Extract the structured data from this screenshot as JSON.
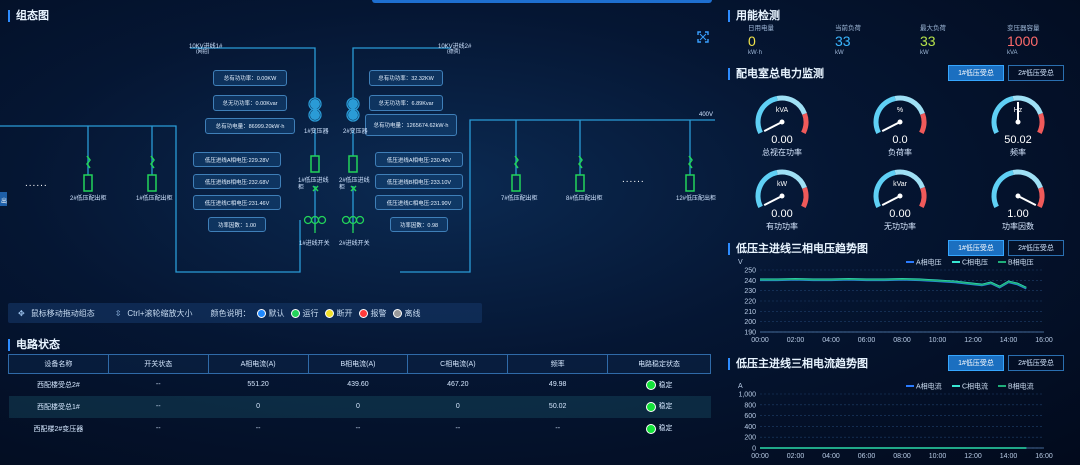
{
  "topology": {
    "title": "组态图",
    "line1_label": "10KV进线1#",
    "line1_sub": "(网拍)",
    "line2_label": "10KV进线2#",
    "line2_sub": "(德资)",
    "voltage_tag": "400V",
    "left_info": [
      "总有功功率：0.00KW",
      "总无功功率：0.00Kvar",
      "总有功电量：86999.20kW·h"
    ],
    "right_info": [
      "总有功功率：32.32KW",
      "总无功功率：6.89Kvar",
      "总有功电量：1265674.62kW·h"
    ],
    "left_volt": [
      "低压进线A相电压:229.28V",
      "低压进线B相电压:232.68V",
      "低压进线C相电压:231.46V"
    ],
    "right_volt": [
      "低压进线A相电压:230.40V",
      "低压进线B相电压:233.10V",
      "低压进线C相电压:231.90V"
    ],
    "left_pf": "功率因数：1.00",
    "right_pf": "功率因数：0.98",
    "transformer1": "1#变压器",
    "transformer2": "2#变压器",
    "cabinet_l": "1#低压进线柜",
    "cabinet_r": "2#低压进线柜",
    "switch_l": "1#进线开关",
    "switch_r": "2#进线开关",
    "feeders_left": [
      "2#低压配出柜",
      "1#低压配出柜"
    ],
    "feeders_right": [
      "7#低压配出柜",
      "8#低压配出柜",
      "12#低压配出柜"
    ],
    "edge_tag": "出",
    "dots": "......"
  },
  "legend": {
    "drag": "鼠标移动拖动组态",
    "zoom": "Ctrl+滚轮缩放大小",
    "color_label": "颜色说明：",
    "items": [
      {
        "label": "默认",
        "color": "#1e88ff"
      },
      {
        "label": "运行",
        "color": "#22d45a"
      },
      {
        "label": "断开",
        "color": "#f2e02a"
      },
      {
        "label": "报警",
        "color": "#ff3b3b"
      },
      {
        "label": "离线",
        "color": "#9a9a9a"
      }
    ]
  },
  "circuit": {
    "title": "电路状态",
    "headers": [
      "设备名称",
      "开关状态",
      "A相电流(A)",
      "B相电流(A)",
      "C相电流(A)",
      "频率",
      "电路稳定状态"
    ],
    "rows": [
      [
        "西配楼受总2#",
        "--",
        "551.20",
        "439.60",
        "467.20",
        "49.98",
        "稳定"
      ],
      [
        "西配楼受总1#",
        "--",
        "0",
        "0",
        "0",
        "50.02",
        "稳定"
      ],
      [
        "西配楼2#变压器",
        "--",
        "--",
        "--",
        "--",
        "--",
        "稳定"
      ]
    ]
  },
  "energy": {
    "title": "用能检测",
    "stats": [
      {
        "label": "日用电量",
        "value": "0",
        "unit": "kW·h",
        "color": "#f0e24a"
      },
      {
        "label": "当前负荷",
        "value": "33",
        "unit": "kW",
        "color": "#3ab7ff"
      },
      {
        "label": "最大负荷",
        "value": "33",
        "unit": "kW",
        "color": "#b6e24a"
      },
      {
        "label": "变压器容量",
        "value": "1000",
        "unit": "kVA",
        "color": "#ff6b6b"
      }
    ]
  },
  "distribution": {
    "title": "配电室总电力监测",
    "tabs": [
      "1#低压受总",
      "2#低压受总"
    ],
    "gauges": [
      {
        "unit": "kVA",
        "value": "0.00",
        "label": "总视在功率",
        "level": 0
      },
      {
        "unit": "%",
        "value": "0.0",
        "label": "负荷率",
        "level": 0
      },
      {
        "unit": "Hz",
        "value": "50.02",
        "label": "频率",
        "level": 0.5
      },
      {
        "unit": "kW",
        "value": "0.00",
        "label": "有功功率",
        "level": 0
      },
      {
        "unit": "kVar",
        "value": "0.00",
        "label": "无功功率",
        "level": 0
      },
      {
        "unit": "",
        "value": "1.00",
        "label": "功率因数",
        "level": 1
      }
    ]
  },
  "voltage_trend": {
    "title": "低压主进线三相电压趋势图",
    "tabs": [
      "1#低压受总",
      "2#低压受总"
    ]
  },
  "current_trend": {
    "title": "低压主进线三相电流趋势图",
    "tabs": [
      "1#低压受总",
      "2#低压受总"
    ]
  },
  "chart_data": [
    {
      "type": "line",
      "xlabel": "",
      "ylabel": "V",
      "ylim": [
        190,
        250
      ],
      "y_ticks": [
        250,
        240,
        230,
        220,
        210,
        200,
        190
      ],
      "categories": [
        "00:00",
        "02:00",
        "04:00",
        "06:00",
        "08:00",
        "10:00",
        "12:00",
        "14:00",
        "16:00"
      ],
      "series": [
        {
          "name": "A相电压",
          "color": "#2a7bff",
          "x": [
            0,
            0.5,
            1,
            2,
            3,
            4,
            5,
            6,
            7,
            8,
            9,
            10,
            11,
            12,
            12.5,
            13,
            13.5,
            14,
            14.5,
            15
          ],
          "values": [
            240,
            240,
            240,
            240.5,
            240,
            240,
            240.5,
            240,
            240,
            240.5,
            240,
            239,
            238,
            236,
            235,
            237,
            233,
            238,
            236,
            232
          ]
        },
        {
          "name": "C相电压",
          "color": "#38e6d2",
          "x": [
            0,
            0.5,
            1,
            2,
            3,
            4,
            5,
            6,
            7,
            8,
            9,
            10,
            11,
            12,
            12.5,
            13,
            13.5,
            14,
            14.5,
            15
          ],
          "values": [
            241,
            241,
            241,
            241.5,
            241,
            241,
            241.5,
            241,
            241,
            241.5,
            241,
            240,
            239,
            237,
            236,
            238,
            234,
            239,
            237,
            233
          ]
        },
        {
          "name": "B相电压",
          "color": "#1fae7a",
          "x": [
            0,
            0.5,
            1,
            2,
            3,
            4,
            5,
            6,
            7,
            8,
            9,
            10,
            11,
            12,
            12.5,
            13,
            13.5,
            14,
            14.5,
            15
          ],
          "values": [
            240.5,
            240.5,
            240.5,
            241,
            240.5,
            240.5,
            241,
            240.5,
            240.5,
            241,
            240.5,
            239.5,
            238.5,
            236.5,
            235.5,
            237.5,
            233.5,
            238.5,
            236.5,
            232.5
          ]
        }
      ],
      "legend": "top-right"
    },
    {
      "type": "line",
      "xlabel": "",
      "ylabel": "A",
      "ylim": [
        0,
        1000
      ],
      "y_ticks": [
        1000,
        800,
        600,
        400,
        200,
        0
      ],
      "categories": [
        "00:00",
        "02:00",
        "04:00",
        "06:00",
        "08:00",
        "10:00",
        "12:00",
        "14:00",
        "16:00"
      ],
      "series": [
        {
          "name": "A相电流",
          "color": "#2a7bff",
          "x": [
            0,
            15
          ],
          "values": [
            0,
            0
          ]
        },
        {
          "name": "C相电流",
          "color": "#38e6d2",
          "x": [
            0,
            15
          ],
          "values": [
            0,
            0
          ]
        },
        {
          "name": "B相电流",
          "color": "#1fae7a",
          "x": [
            0,
            15
          ],
          "values": [
            0,
            0
          ]
        }
      ],
      "legend": "top-right"
    }
  ]
}
